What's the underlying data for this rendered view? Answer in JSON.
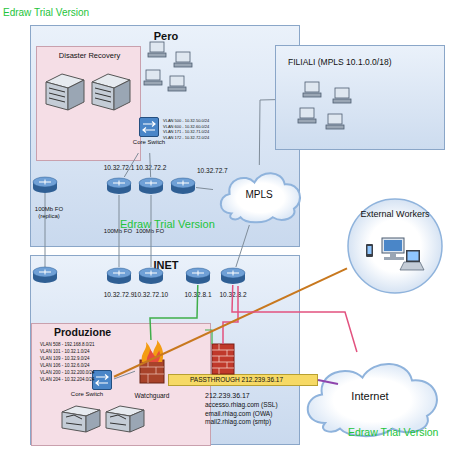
{
  "diagram": {
    "nodes": [
      {
        "text": [
          "Pero"
        ]
      },
      {
        "text": [
          "Disaster Recovery"
        ],
        "in": 0
      },
      {
        "text": [
          "Core Switch"
        ],
        "in": 0
      },
      {
        "text": [
          "10.32.72.1"
        ],
        "in": 0
      },
      {
        "text": [
          "10.32.72.2"
        ],
        "in": 0
      },
      {
        "text": [
          "10.32.72.7"
        ],
        "in": 0
      },
      {
        "text": [
          "FILIALI (MPLS 10.1.0.0/18)"
        ]
      },
      {
        "text": [
          "MPLS"
        ]
      },
      {
        "text": [
          "External Workers"
        ]
      },
      {
        "text": [
          "INET"
        ]
      },
      {
        "text": [
          "10.32.72.9"
        ],
        "in": 9
      },
      {
        "text": [
          "10.32.72.10"
        ],
        "in": 9
      },
      {
        "text": [
          "10.32.8.1"
        ],
        "in": 9
      },
      {
        "text": [
          "10.32.8.2"
        ],
        "in": 9
      },
      {
        "text": [
          "Produzione"
        ],
        "in": 9
      },
      {
        "text": [
          "Core Switch"
        ],
        "in": 14
      },
      {
        "text": [
          "Watchguard"
        ],
        "in": 14
      },
      {
        "text": [
          "PASSTHROUGH 212.239.36.17"
        ]
      },
      {
        "text": [
          "Internet"
        ]
      }
    ],
    "edges": [
      {
        "from": 3,
        "to": 10,
        "label": "100Mb FO",
        "arrow": "none"
      },
      {
        "from": 4,
        "to": 11,
        "label": "100Mb FO",
        "arrow": "none"
      },
      {
        "from": 5,
        "to": 7,
        "arrow": "none"
      },
      {
        "from": 7,
        "to": 6,
        "arrow": "none"
      },
      {
        "from": 7,
        "to": 13,
        "arrow": "none"
      },
      {
        "from": 8,
        "to": 15,
        "arrow": "none"
      },
      {
        "from": 12,
        "to": 16,
        "arrow": "none"
      },
      {
        "from": 13,
        "to": 18,
        "arrow": "none"
      },
      {
        "from": 2,
        "to": 3,
        "arrow": "none"
      },
      {
        "from": 2,
        "to": 4,
        "arrow": "none"
      },
      {
        "from": 15,
        "to": 16,
        "arrow": "none"
      }
    ],
    "labels": [
      "Edraw Trial Version",
      "VLAN 500 - 10.32.50.0/24",
      "VLAN 600 - 10.32.60.0/24",
      "VLAN 171 - 10.32.71.0/24",
      "VLAN 172 - 10.32.72.0/24",
      "100Mb FO (replica)",
      "Edraw Trial Version",
      "VLAN 508 - 192.168.8.0/21",
      "VLAN 101 - 10.32.1.0/24",
      "VLAN 109 - 10.32.9.0/24",
      "VLAN 106 - 10.32.6.0/24",
      "VLAN 200 - 10.32.200.0/24",
      "VLAN 204 - 10.32.204.0/24",
      "212.239.36.17",
      "accesso.rhiag.com (SSL)",
      "email.rhiag.com (OWA)",
      "mail2.rhiag.com (smtp)",
      "Edraw Trial Version"
    ]
  }
}
